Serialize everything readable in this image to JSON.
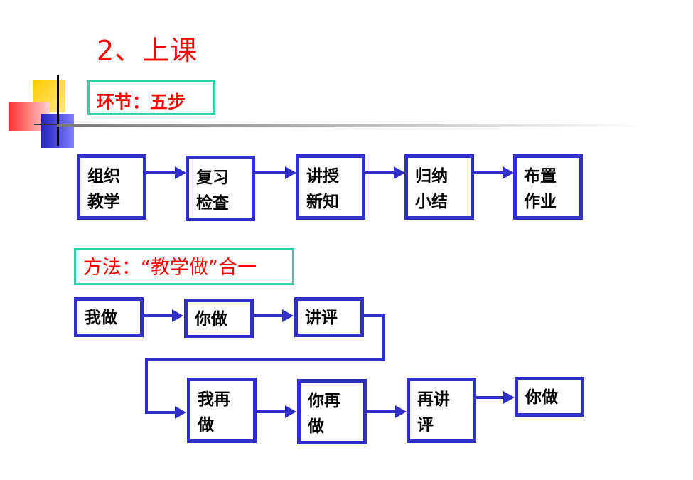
{
  "slide": {
    "title": "2、上课",
    "steps_label": "环节：五步",
    "method_label": "方法：“教学做”合一"
  },
  "diagram": {
    "steps": [
      "组织\n教学",
      "复习\n检查",
      "讲授\n新知",
      "归纳\n小结",
      "布置\n作业"
    ],
    "method_row1": [
      "我做",
      "你做",
      "讲评"
    ],
    "method_row2": [
      "我再\n做",
      "你再\n做",
      "再讲\n评",
      "你做"
    ]
  },
  "colors": {
    "accent": "#ff0000",
    "box_border": "#3030c8",
    "label_border": "#2fd0a8"
  }
}
